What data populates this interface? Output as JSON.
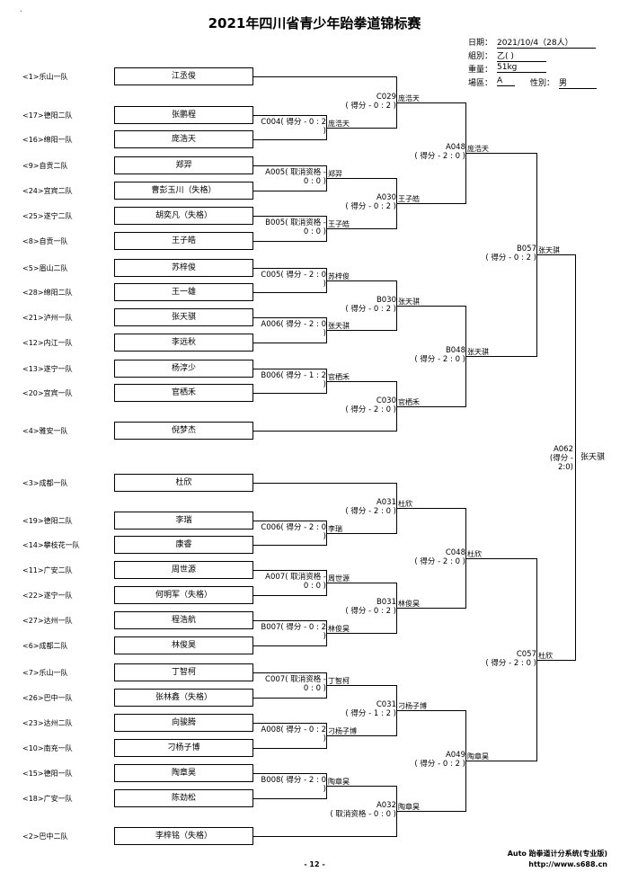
{
  "header": {
    "title": "2021年四川省青少年跆拳道锦标赛",
    "date_label": "日期：",
    "date_value": "2021/10/4（28人）",
    "group_label": "組別：",
    "group_value": "乙( )",
    "weight_label": "重量：",
    "weight_value": "51kg",
    "venue_label": "場區：",
    "venue_value": "A",
    "gender_label": "性別：",
    "gender_value": "男"
  },
  "corner_mark": "˴",
  "entries": [
    {
      "seed": "<1>乐山一队",
      "name": "江丞俊"
    },
    {
      "seed": "<17>德阳二队",
      "name": "张鹏程"
    },
    {
      "seed": "<16>绵阳一队",
      "name": "庞浩天"
    },
    {
      "seed": "<9>自贡二队",
      "name": "郑羿"
    },
    {
      "seed": "<24>宜宾二队",
      "name": "曹彭玉川（失格）"
    },
    {
      "seed": "<25>遂宁二队",
      "name": "胡奕凡（失格）"
    },
    {
      "seed": "<8>自贡一队",
      "name": "王子皓"
    },
    {
      "seed": "<5>眉山二队",
      "name": "苏梓俊"
    },
    {
      "seed": "<28>绵阳二队",
      "name": "王一雄"
    },
    {
      "seed": "<21>泸州一队",
      "name": "张天骐"
    },
    {
      "seed": "<12>内江一队",
      "name": "李远秋"
    },
    {
      "seed": "<13>遂宁一队",
      "name": "杨淳少"
    },
    {
      "seed": "<20>宜宾一队",
      "name": "官栖禾"
    },
    {
      "seed": "<4>雅安一队",
      "name": "倪梦杰"
    },
    {
      "seed": "<3>成都一队",
      "name": "杜欣"
    },
    {
      "seed": "<19>德阳二队",
      "name": "李瑞"
    },
    {
      "seed": "<14>攀枝花一队",
      "name": "康睿"
    },
    {
      "seed": "<11>广安二队",
      "name": "周世源"
    },
    {
      "seed": "<22>遂宁一队",
      "name": "何明军（失格）"
    },
    {
      "seed": "<27>达州一队",
      "name": "程浩航"
    },
    {
      "seed": "<6>成都二队",
      "name": "林俊昊"
    },
    {
      "seed": "<7>乐山一队",
      "name": "丁智柯"
    },
    {
      "seed": "<26>巴中一队",
      "name": "张林鑫（失格）"
    },
    {
      "seed": "<23>达州二队",
      "name": "向骏腾"
    },
    {
      "seed": "<10>南充一队",
      "name": "刁杨子博"
    },
    {
      "seed": "<15>德阳一队",
      "name": "陶章昊"
    },
    {
      "seed": "<18>广安一队",
      "name": "陈劲松"
    },
    {
      "seed": "<2>巴中二队",
      "name": "李梓铭（失格）"
    }
  ],
  "matches": {
    "C004": "C004( 得分 - 0 : 2\n)",
    "A005": "A005( 取消资格 -\n0 : 0 )",
    "B005": "B005( 取消资格 -\n0 : 0 )",
    "C005": "C005( 得分 - 2 : 0\n)",
    "A006": "A006( 得分 - 2 : 0\n)",
    "B006": "B006( 得分 - 1 : 2\n)",
    "C006": "C006( 得分 - 2 : 0\n)",
    "A007": "A007( 取消资格 -\n0 : 0 )",
    "B007": "B007( 得分 - 0 : 2\n)",
    "C007": "C007( 取消资格 -\n0 : 0 )",
    "A008": "A008( 得分 - 0 : 2\n)",
    "B008": "B008( 得分 - 2 : 0\n)",
    "C029": "C029\n( 得分 - 0 : 2 )",
    "A030": "A030\n( 得分 - 0 : 2 )",
    "B030": "B030\n( 得分 - 0 : 2 )",
    "C030": "C030\n( 得分 - 2 : 0 )",
    "A031": "A031\n( 得分 - 2 : 0 )",
    "B031": "B031\n( 得分 - 0 : 2 )",
    "C031": "C031\n( 得分 - 1 : 2 )",
    "A032": "A032\n( 取消资格 - 0 : 0 )",
    "A048": "A048\n( 得分 - 2 : 0 )",
    "B048": "B048\n( 得分 - 2 : 0 )",
    "C048": "C048\n( 得分 - 2 : 0 )",
    "A049": "A049\n( 得分 - 0 : 2 )",
    "B057": "B057\n( 得分 - 0 : 2 )",
    "C057": "C057\n( 得分 - 2 : 0 )",
    "A062": "A062\n(得分 -\n2:0)"
  },
  "winners": {
    "r1": [
      "庞浩天",
      "郑羿",
      "王子皓",
      "苏梓俊",
      "张天骐",
      "官栖禾",
      "李瑞",
      "周世源",
      "林俊昊",
      "丁智柯",
      "刁杨子博",
      "陶章昊"
    ],
    "r2": [
      "庞浩天",
      "王子皓",
      "张天骐",
      "官栖禾",
      "杜欣",
      "林俊昊",
      "刁杨子博",
      "陶章昊"
    ],
    "r3": [
      "庞浩天",
      "张天骐",
      "杜欣",
      "陶章昊"
    ],
    "r4": [
      "张天骐",
      "杜欣"
    ],
    "champion": "张天骐"
  },
  "footer": {
    "software": "Auto 跆拳道计分系统(专业版)",
    "url": "http://www.s688.cn",
    "page": "- 12 -"
  }
}
